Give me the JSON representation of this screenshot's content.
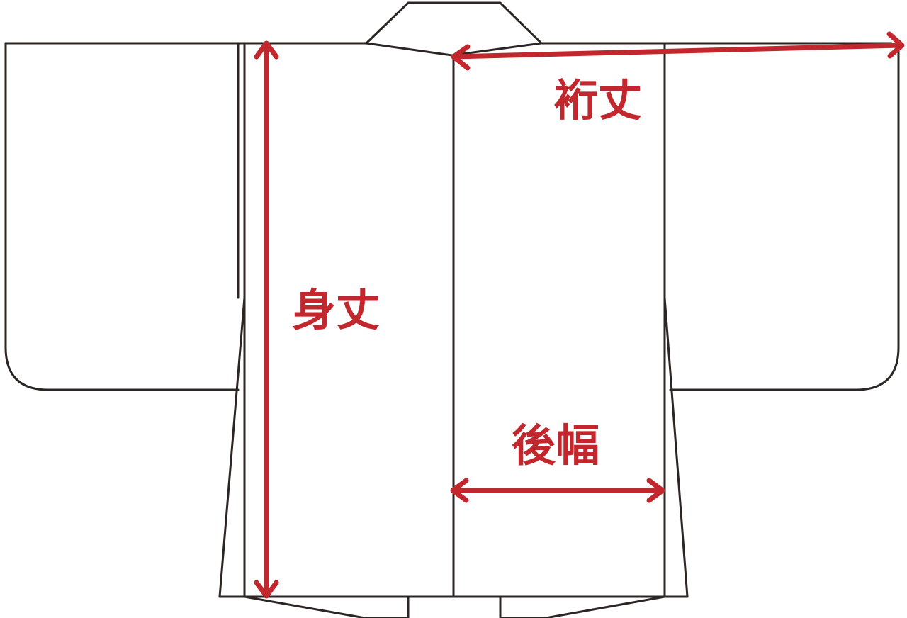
{
  "diagram": {
    "garment": "haori-jacket-outline",
    "colors": {
      "outline": "#2b2523",
      "measurement": "#c1272d",
      "background": "#ffffff"
    },
    "measurements": {
      "sleeve_length_label": "裄丈",
      "body_length_label": "身丈",
      "back_width_label": "後幅"
    }
  }
}
